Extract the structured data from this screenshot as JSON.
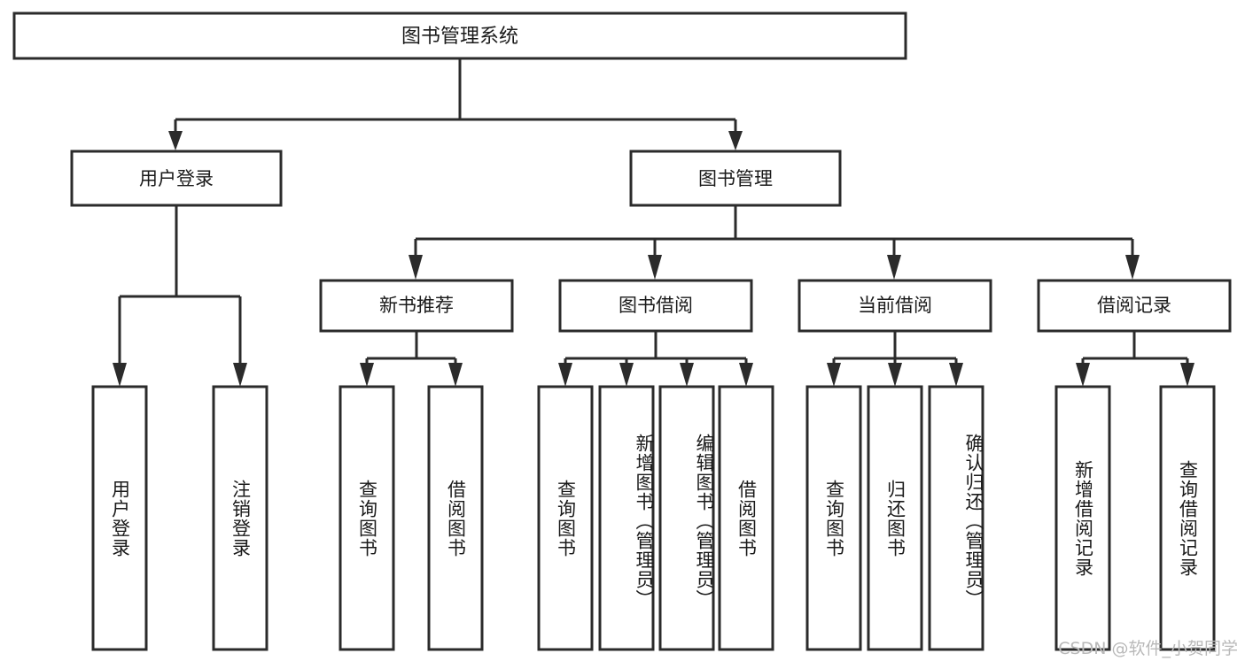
{
  "diagram": {
    "type": "tree",
    "title": "图书管理系统",
    "orientation": "top-down",
    "root": {
      "label": "图书管理系统"
    },
    "level2": [
      {
        "id": "user-login",
        "label": "用户登录"
      },
      {
        "id": "book-manage",
        "label": "图书管理"
      }
    ],
    "level3": [
      {
        "id": "new-book-recommend",
        "label": "新书推荐",
        "parent": "book-manage"
      },
      {
        "id": "book-borrow",
        "label": "图书借阅",
        "parent": "book-manage"
      },
      {
        "id": "current-borrow",
        "label": "当前借阅",
        "parent": "book-manage"
      },
      {
        "id": "borrow-record",
        "label": "借阅记录",
        "parent": "book-manage"
      }
    ],
    "leaves": {
      "user-login": [
        {
          "id": "leaf-user-login",
          "label": "用户登录"
        },
        {
          "id": "leaf-logout",
          "label": "注销登录"
        }
      ],
      "new-book-recommend": [
        {
          "id": "leaf-query-book-1",
          "label": "查询图书"
        },
        {
          "id": "leaf-borrow-book-1",
          "label": "借阅图书"
        }
      ],
      "book-borrow": [
        {
          "id": "leaf-query-book-2",
          "label": "查询图书"
        },
        {
          "id": "leaf-add-book",
          "label": "新增图书（管理员）"
        },
        {
          "id": "leaf-edit-book",
          "label": "编辑图书（管理员）"
        },
        {
          "id": "leaf-borrow-book-2",
          "label": "借阅图书"
        }
      ],
      "current-borrow": [
        {
          "id": "leaf-query-book-3",
          "label": "查询图书"
        },
        {
          "id": "leaf-return-book",
          "label": "归还图书"
        },
        {
          "id": "leaf-confirm-return",
          "label": "确认归还（管理员）"
        }
      ],
      "borrow-record": [
        {
          "id": "leaf-add-record",
          "label": "新增借阅记录"
        },
        {
          "id": "leaf-query-record",
          "label": "查询借阅记录"
        }
      ]
    },
    "colors": {
      "stroke": "#2b2b2b",
      "fill": "#ffffff",
      "text": "#1a1a1a",
      "watermark": "#b9b9b9"
    }
  },
  "watermark": {
    "text": "CSDN @软件_小贺同学"
  }
}
